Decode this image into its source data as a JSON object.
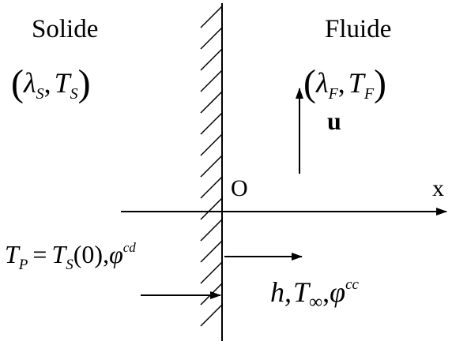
{
  "solid": {
    "title": "Solide",
    "lambda": "λ",
    "lambda_sub": "S",
    "T": "T",
    "T_sub": "S"
  },
  "fluid": {
    "title": "Fluide",
    "lambda": "λ",
    "lambda_sub": "F",
    "T": "T",
    "T_sub": "F"
  },
  "velocity": {
    "label": "u"
  },
  "origin": {
    "label": "O"
  },
  "axis": {
    "x_label": "x"
  },
  "wall_condition": {
    "T": "T",
    "T_sub": "P",
    "equals": "=",
    "TS": "T",
    "TS_sub": "S",
    "arg": "(0),",
    "phi": "φ",
    "phi_sup": "cd"
  },
  "fluid_condition": {
    "h": "h,",
    "T": "T",
    "T_sub": "∞",
    "comma": ",",
    "phi": "φ",
    "phi_sup": "cc"
  },
  "colors": {
    "stroke": "#000000",
    "background": "#ffffff"
  }
}
